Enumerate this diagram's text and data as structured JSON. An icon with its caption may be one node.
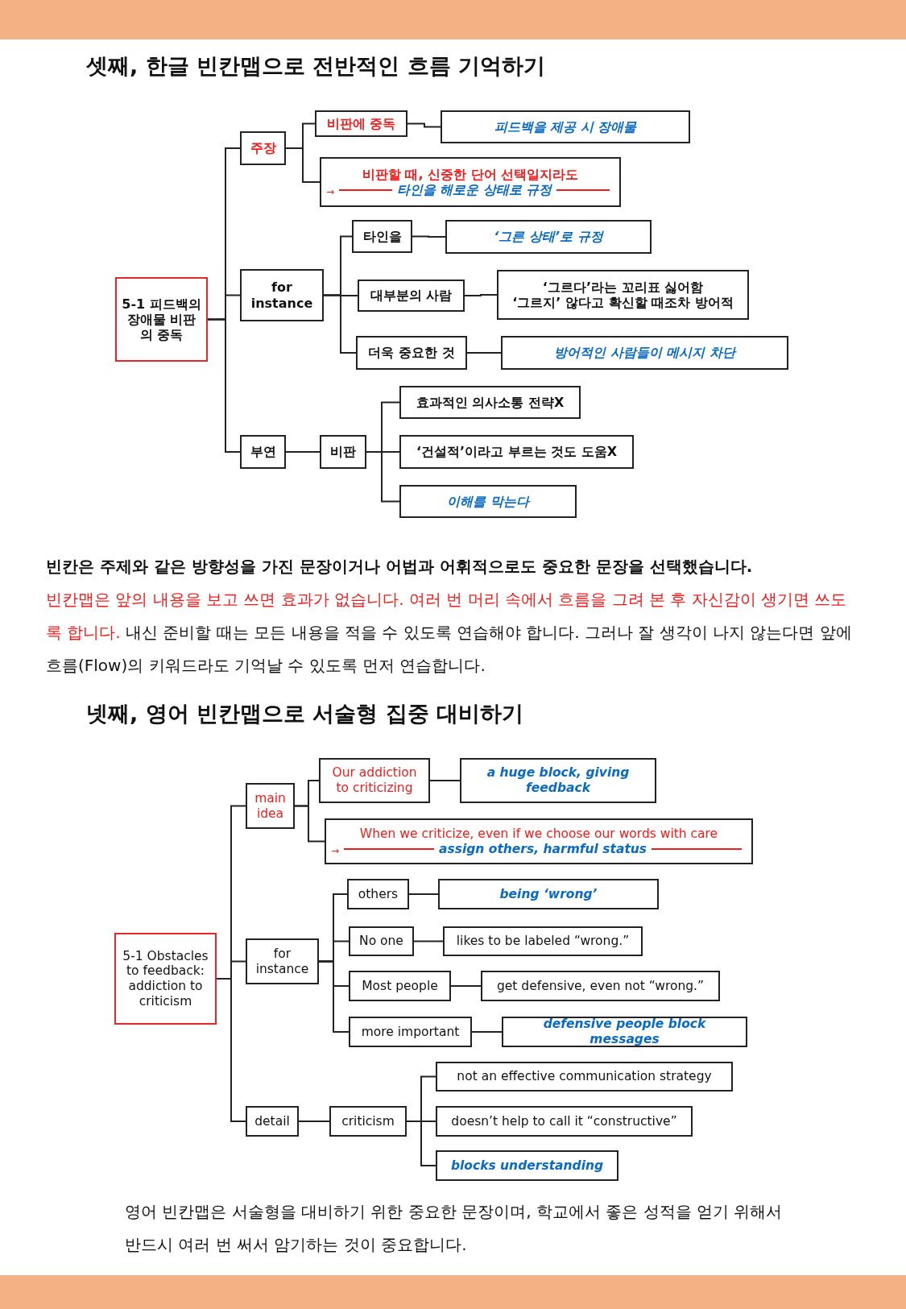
{
  "diagram": {
    "title": "셋째, 한글 빈칸맵으로  전반적인 흐름 기억하기",
    "nodes": [
      {
        "text": [
          "5-1 피드백의 장애물 비판의 중독"
        ]
      },
      {
        "text": [
          "주장"
        ]
      },
      {
        "text": [
          "비판에 중독"
        ]
      },
      {
        "text": [
          "피드백을 제공 시 장애물"
        ]
      },
      {
        "text": [
          "비판할 때, 신중한 단어 선택일지라도",
          "→",
          "타인을 해로운 상태로 규정"
        ]
      },
      {
        "text": [
          "for instance"
        ]
      },
      {
        "text": [
          "타인을"
        ]
      },
      {
        "text": [
          "‘그른 상태’로 규정"
        ]
      },
      {
        "text": [
          "대부분의 사람"
        ]
      },
      {
        "text": [
          "‘그르다’라는 꼬리표 싫어함",
          "‘그르지’ 않다고 확신할 때조차 방어적"
        ]
      },
      {
        "text": [
          "더욱 중요한 것"
        ]
      },
      {
        "text": [
          "방어적인 사람들이 메시지 차단"
        ]
      },
      {
        "text": [
          "부연"
        ]
      },
      {
        "text": [
          "비판"
        ]
      },
      {
        "text": [
          "효과적인 의사소통 전략X"
        ]
      },
      {
        "text": [
          "‘건설적’이라고 부르는 것도 도움X"
        ]
      },
      {
        "text": [
          "이해를 막는다"
        ]
      },
      {
        "text": [
          "5-1 Obstacles to feedback: addiction to criticism"
        ]
      },
      {
        "text": [
          "main idea"
        ]
      },
      {
        "text": [
          "Our addiction to criticizing"
        ]
      },
      {
        "text": [
          "a huge block, giving feedback"
        ]
      },
      {
        "text": [
          "When we criticize, even if we choose our words with care",
          "→",
          "assign others, harmful status"
        ]
      },
      {
        "text": [
          "for instance"
        ]
      },
      {
        "text": [
          "others"
        ]
      },
      {
        "text": [
          "being ‘wrong’"
        ]
      },
      {
        "text": [
          "No one"
        ]
      },
      {
        "text": [
          "likes to be labeled “wrong.”"
        ]
      },
      {
        "text": [
          "Most people"
        ]
      },
      {
        "text": [
          "get defensive,  even not “wrong.”"
        ]
      },
      {
        "text": [
          "more important"
        ]
      },
      {
        "text": [
          "defensive people block messages"
        ]
      },
      {
        "text": [
          "detail"
        ]
      },
      {
        "text": [
          "criticism"
        ]
      },
      {
        "text": [
          "not an effective communication strategy"
        ]
      },
      {
        "text": [
          "doesn’t help to call it “constructive”"
        ]
      },
      {
        "text": [
          "blocks understanding"
        ]
      }
    ],
    "edges": [
      {
        "from": 0,
        "to": 1,
        "arrow": "none"
      },
      {
        "from": 0,
        "to": 5,
        "arrow": "none"
      },
      {
        "from": 0,
        "to": 12,
        "arrow": "none"
      },
      {
        "from": 1,
        "to": 2,
        "arrow": "none"
      },
      {
        "from": 1,
        "to": 4,
        "arrow": "none"
      },
      {
        "from": 2,
        "to": 3,
        "arrow": "none"
      },
      {
        "from": 5,
        "to": 6,
        "arrow": "none"
      },
      {
        "from": 5,
        "to": 8,
        "arrow": "none"
      },
      {
        "from": 5,
        "to": 10,
        "arrow": "none"
      },
      {
        "from": 6,
        "to": 7,
        "arrow": "none"
      },
      {
        "from": 8,
        "to": 9,
        "arrow": "none"
      },
      {
        "from": 10,
        "to": 11,
        "arrow": "none"
      },
      {
        "from": 12,
        "to": 13,
        "arrow": "none"
      },
      {
        "from": 13,
        "to": 14,
        "arrow": "none"
      },
      {
        "from": 13,
        "to": 15,
        "arrow": "none"
      },
      {
        "from": 13,
        "to": 16,
        "arrow": "none"
      },
      {
        "from": 17,
        "to": 18,
        "arrow": "none"
      },
      {
        "from": 17,
        "to": 22,
        "arrow": "none"
      },
      {
        "from": 17,
        "to": 31,
        "arrow": "none"
      },
      {
        "from": 18,
        "to": 19,
        "arrow": "none"
      },
      {
        "from": 18,
        "to": 21,
        "arrow": "none"
      },
      {
        "from": 19,
        "to": 20,
        "arrow": "none"
      },
      {
        "from": 22,
        "to": 23,
        "arrow": "none"
      },
      {
        "from": 22,
        "to": 25,
        "arrow": "none"
      },
      {
        "from": 22,
        "to": 27,
        "arrow": "none"
      },
      {
        "from": 22,
        "to": 29,
        "arrow": "none"
      },
      {
        "from": 23,
        "to": 24,
        "arrow": "none"
      },
      {
        "from": 25,
        "to": 26,
        "arrow": "none"
      },
      {
        "from": 27,
        "to": 28,
        "arrow": "none"
      },
      {
        "from": 29,
        "to": 30,
        "arrow": "none"
      },
      {
        "from": 31,
        "to": 32,
        "arrow": "none"
      },
      {
        "from": 32,
        "to": 33,
        "arrow": "none"
      },
      {
        "from": 32,
        "to": 34,
        "arrow": "none"
      },
      {
        "from": 32,
        "to": 35,
        "arrow": "none"
      }
    ],
    "labels": [
      "빈칸은 주제와 같은 방향성을 가진 문장이거나 어법과 어휘적으로도 중요한 문장을 선택했습니다.",
      "빈칸맵은 앞의 내용을 보고 쓰면 효과가 없습니다. 여러 번 머리 속에서 흐름을 그려 본 후 자신감이 생기면 쓰도록 합니다.",
      "내신 준비할 때는 모든 내용을  적을 수 있도록 연습해야 합니다. 그러나 잘 생각이 나지 않는다면 앞에 흐름(Flow)의 키워드라도 기억날 수 있도록 먼저 연습합니다.",
      "넷째, 영어 빈칸맵으로  서술형 집중 대비하기",
      "영어 빈칸맵은  서술형을 대비하기 위한 중요한 문장이며, 학교에서 좋은 성적을 얻기 위해서 반드시 여러 번 써서 암기하는 것이 중요합니다."
    ]
  }
}
